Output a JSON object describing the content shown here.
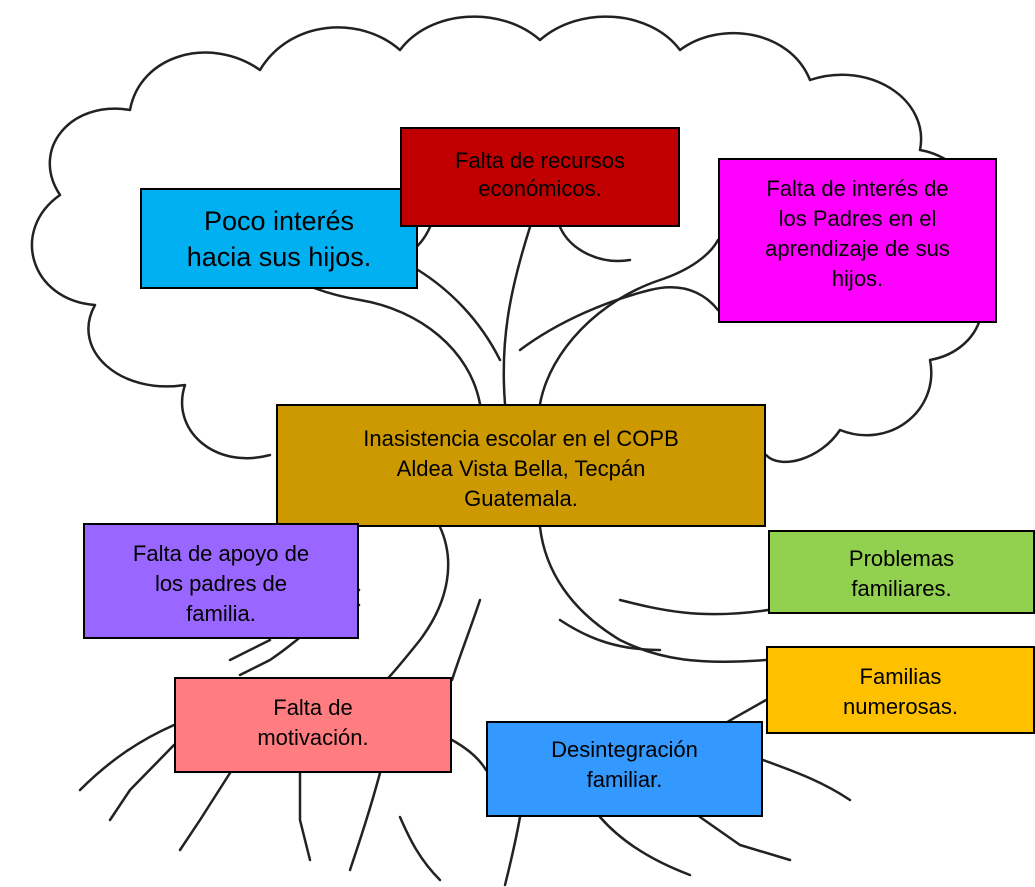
{
  "colors": {
    "poco_interes": "#00b0f0",
    "recursos": "#c00000",
    "interes_padres": "#ff00ff",
    "central": "#cc9900",
    "apoyo": "#9966ff",
    "problemas": "#92d050",
    "numerosas": "#ffc000",
    "motivacion": "#ff7c80",
    "desintegracion": "#3399ff",
    "outline": "#222222"
  },
  "icons": {
    "tree": "tree-outline-illustration"
  },
  "boxes": {
    "poco_interes": "Poco interés\nhacia sus hijos.",
    "recursos": "Falta de recursos\neconómicos.",
    "interes_padres": "Falta de interés de\nlos Padres en el\naprendizaje de sus\nhijos.",
    "central": "Inasistencia escolar  en el COPB\nAldea Vista Bella, Tecpán\nGuatemala.",
    "apoyo": "Falta de apoyo de\nlos padres de\nfamilia.",
    "problemas": "Problemas\nfamiliares.",
    "numerosas": "Familias\nnumerosas.",
    "motivacion": "Falta de\nmotivación.",
    "desintegracion": "Desintegración\nfamiliar."
  }
}
